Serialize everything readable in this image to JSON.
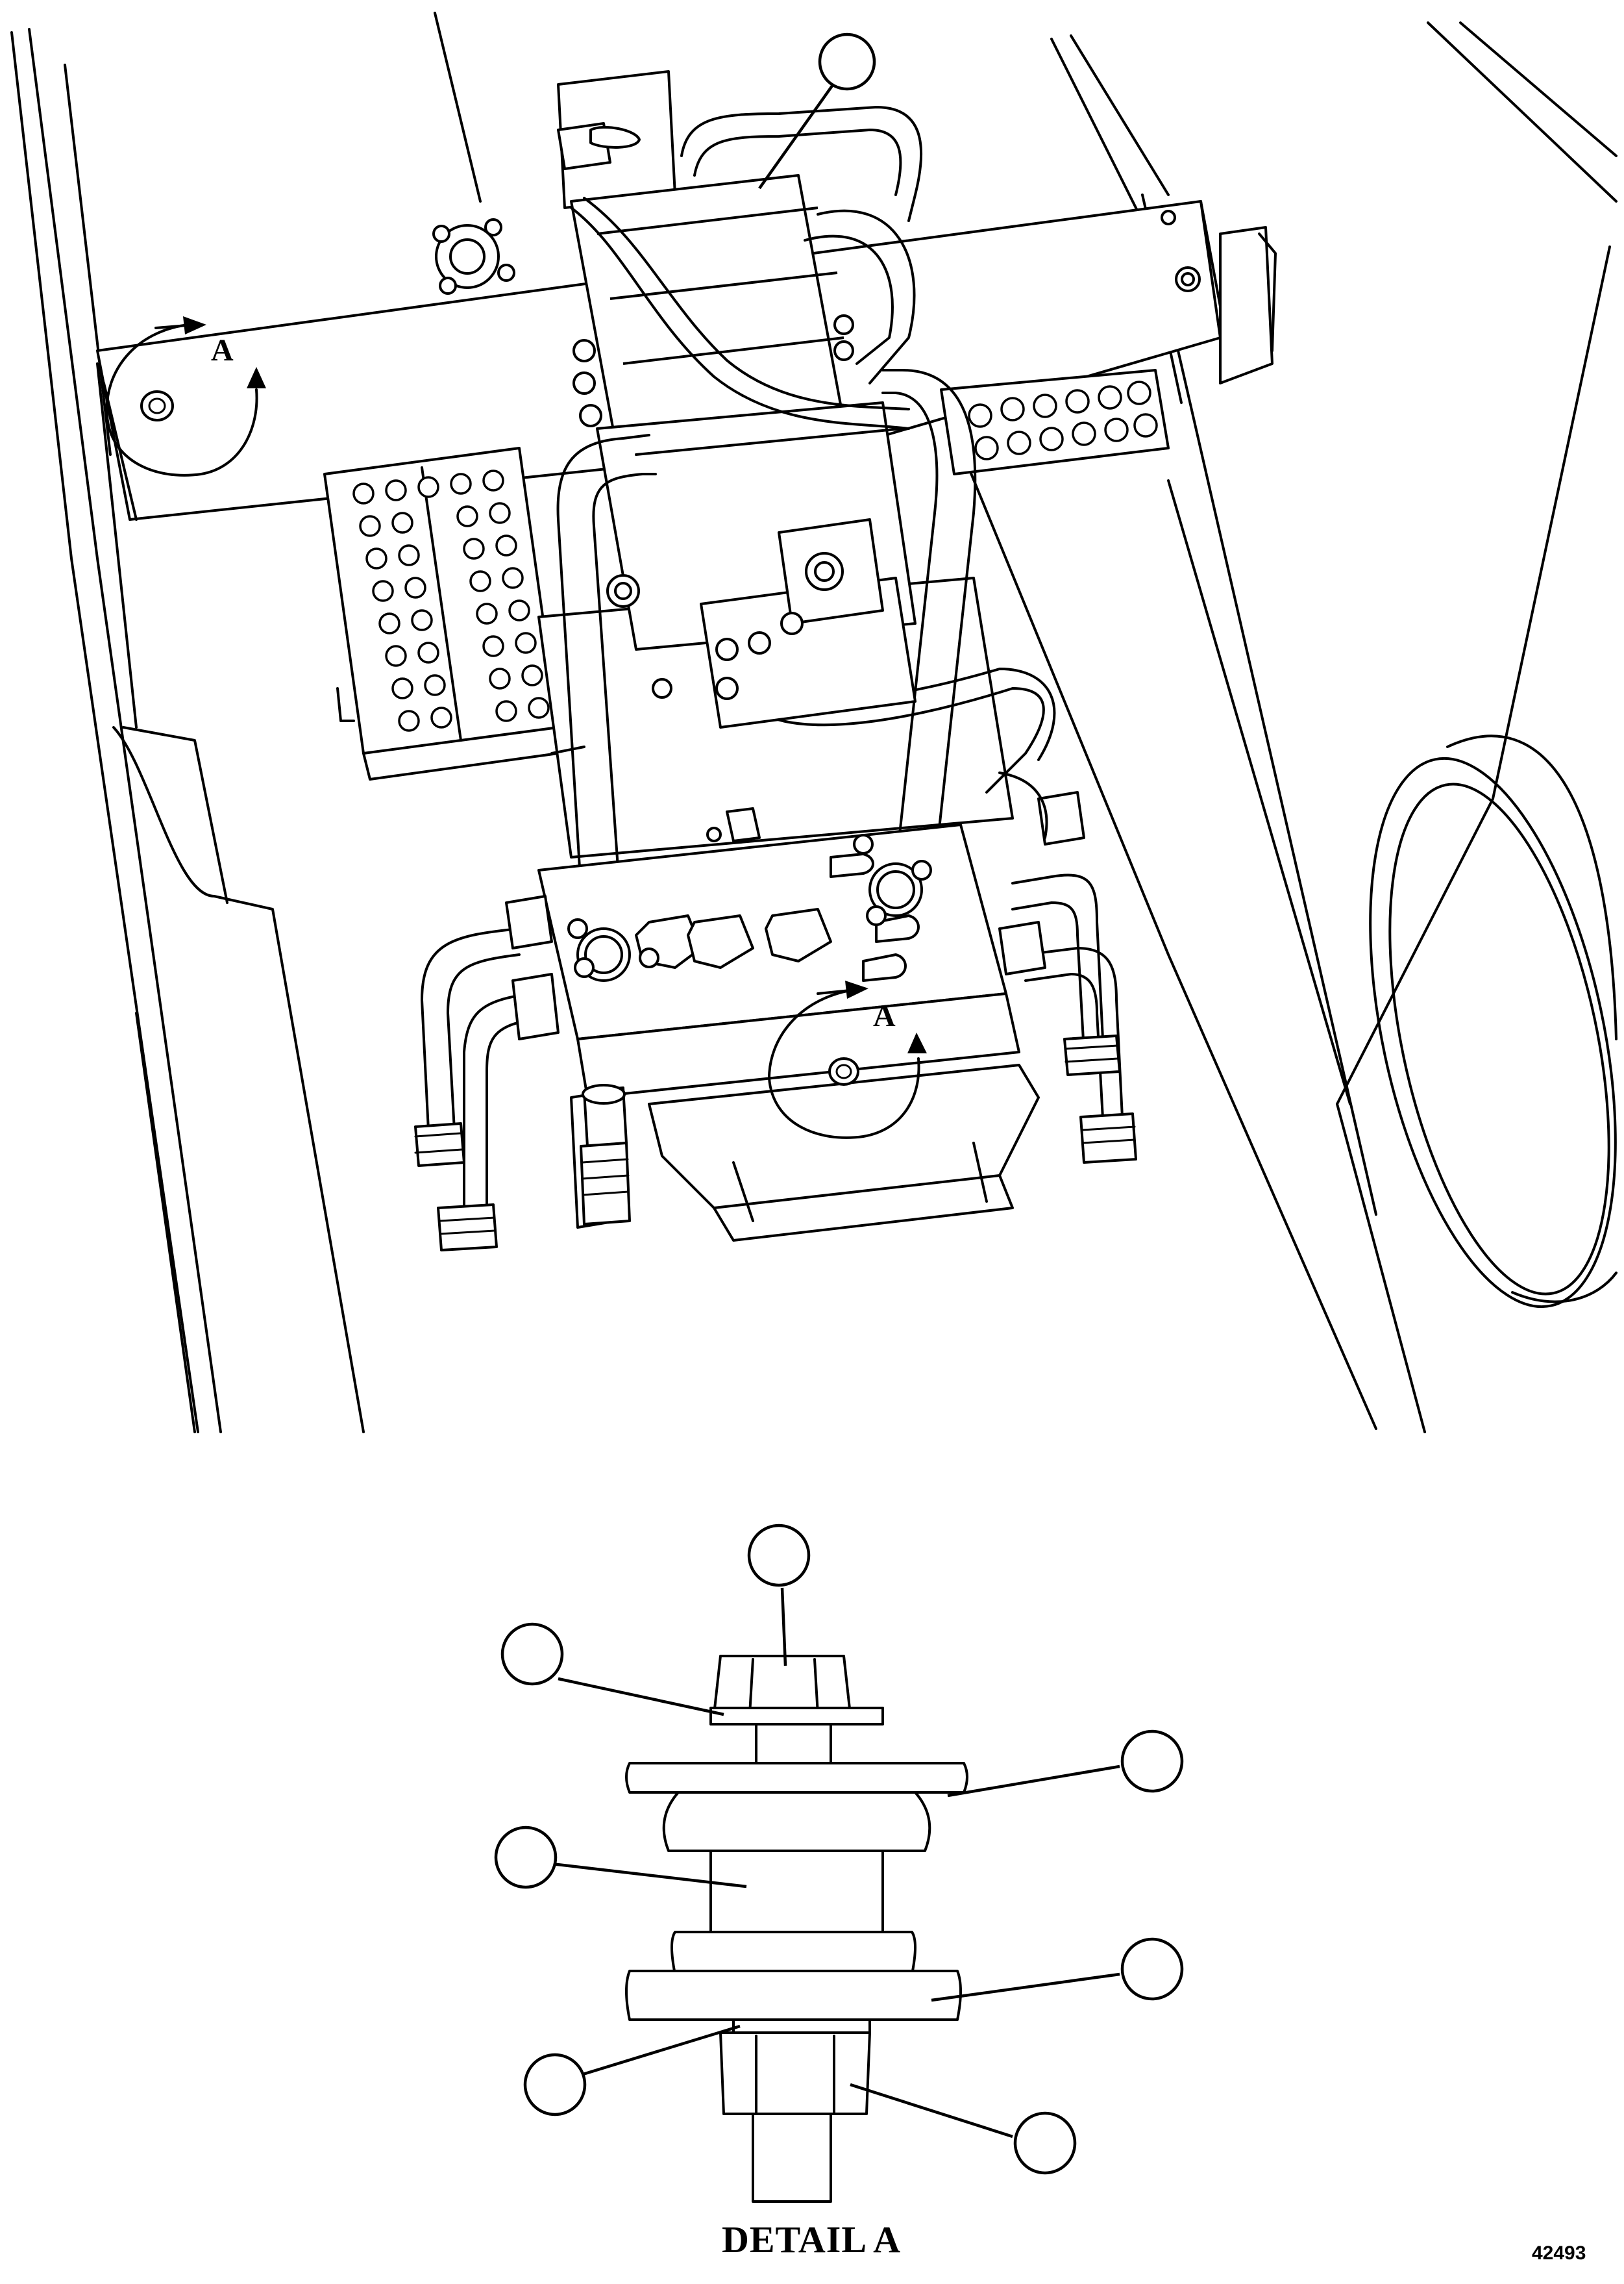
{
  "figure": {
    "view_markers": [
      "A",
      "A"
    ],
    "detail_title": "DETAIL A",
    "figure_number": "42493"
  },
  "icons": {
    "view_arrow": "rotation-arrow-icon",
    "callout": "callout-balloon-icon"
  }
}
